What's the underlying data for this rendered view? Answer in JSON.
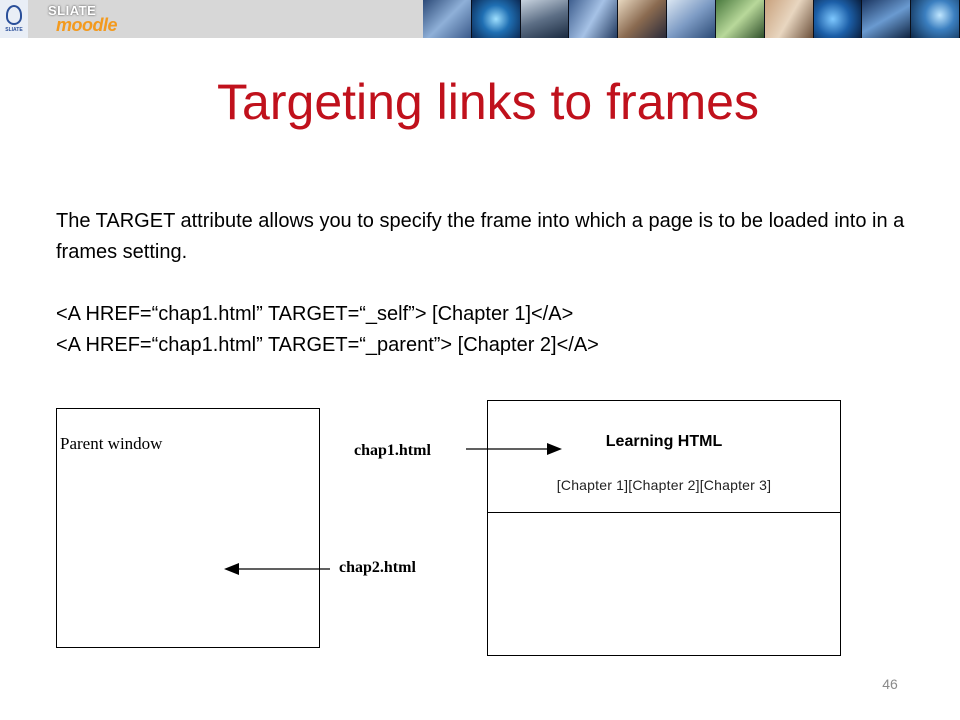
{
  "banner": {
    "brand_top": "SLIATE",
    "brand_bottom": "moodle",
    "logo_text": "SLIATE"
  },
  "slide": {
    "title": "Targeting links to frames",
    "paragraph": "The TARGET attribute allows you to specify the frame into which a page is to be loaded into in a frames setting.",
    "code_lines": [
      "<A HREF=“chap1.html” TARGET=“_self”> [Chapter 1]</A>",
      "<A HREF=“chap1.html” TARGET=“_parent”> [Chapter 2]</A>"
    ],
    "slide_number": "46"
  },
  "diagram": {
    "parent_window_label": "Parent window",
    "frame_title": "Learning HTML",
    "frame_chapters": "[Chapter 1][Chapter 2][Chapter 3]",
    "chap1_label": "chap1.html",
    "chap2_label": "chap2.html"
  },
  "colors": {
    "title": "#c0111c",
    "banner_accent": "#f39a1e"
  }
}
